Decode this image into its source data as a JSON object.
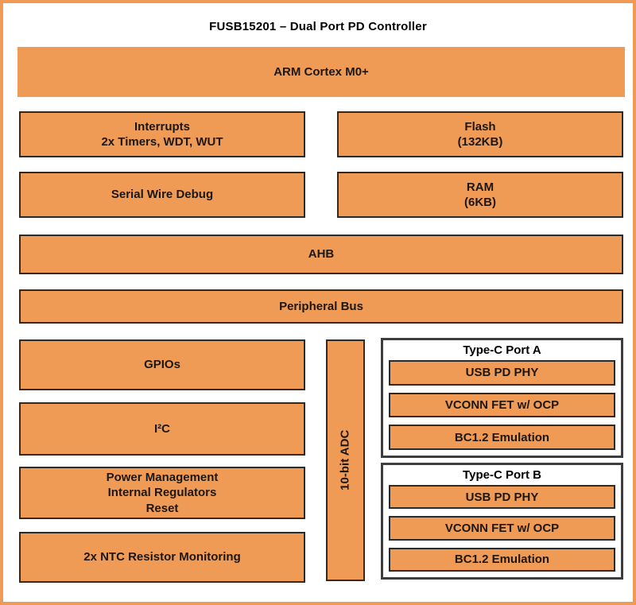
{
  "diagram": {
    "title": "FUSB15201 – Dual Port PD Controller",
    "colors": {
      "block_fill": "#F09B55",
      "block_border": "#2E2A26",
      "group_border": "#3D3D3D",
      "frame": "#F09B55"
    },
    "blocks": {
      "arm": "ARM Cortex M0+",
      "interrupts": "Interrupts\n2x Timers, WDT, WUT",
      "flash": "Flash\n(132KB)",
      "serial_wire_debug": "Serial Wire Debug",
      "ram": "RAM\n(6KB)",
      "ahb": "AHB",
      "peripheral_bus": "Peripheral Bus",
      "gpios": "GPIOs",
      "i2c": "I²C",
      "power_management": "Power Management\nInternal Regulators\nReset",
      "ntc_monitoring": "2x NTC Resistor Monitoring",
      "adc": "10-bit ADC"
    },
    "port_a": {
      "title": "Type-C Port A",
      "children": [
        "USB PD PHY",
        "VCONN FET w/ OCP",
        "BC1.2 Emulation"
      ]
    },
    "port_b": {
      "title": "Type-C Port B",
      "children": [
        "USB PD PHY",
        "VCONN FET w/ OCP",
        "BC1.2 Emulation"
      ]
    }
  }
}
